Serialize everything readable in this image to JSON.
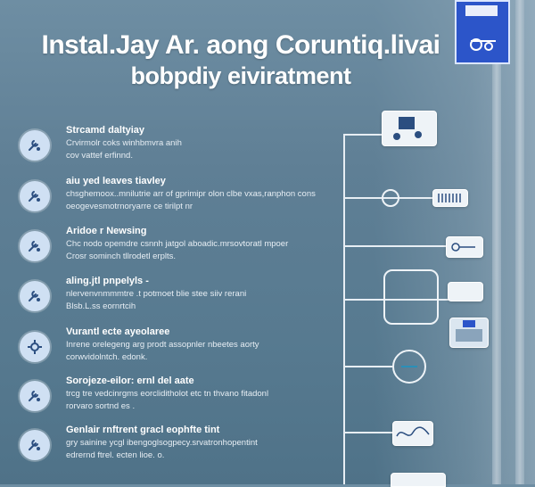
{
  "title": {
    "line1": "Instal.Jay  Ar. aong Coruntiq.livai",
    "line2": "bobpdiy eiviratment"
  },
  "items": [
    {
      "heading": "Strcamd daltyiay",
      "desc_line1": "Crvirmolr coks winhbmvra anih",
      "desc_line2": "cov vattef erfinnd."
    },
    {
      "heading": "aiu yed leaves tiavley",
      "desc_line1": "chsghemoox..mnilutrie arr of gprimipr olon clbe vxas,ranphon cons",
      "desc_line2": "oeogevesmotrnoryarre ce tirilpt nr"
    },
    {
      "heading": "Aridoe r Newsing",
      "desc_line1": "Chc nodo opemdre csnnh jatgol aboadic.mrsovtoratl mpoer",
      "desc_line2": "Crosr sominch tllrodetl erplts."
    },
    {
      "heading": "aling.jtl pnpelyls -",
      "desc_line1": "nlervenvnmmmtre .t potmoet blie stee siiv rerani",
      "desc_line2": "Blsb.L.ss eornrtcih"
    },
    {
      "heading": "Vurantl ecte ayeolaree",
      "desc_line1": "Inrene orelegeng arg prodt assopnler nbeetes aorty",
      "desc_line2": "corwvidolntch. edonk."
    },
    {
      "heading": "Sorojeze-eilor: ernl del aate",
      "desc_line1": "trcg tre vedcinrgms eorcliditholot etc tn thvano fitadonl",
      "desc_line2": "rorvaro sortnd es ."
    },
    {
      "heading": "Genlair rnftrent gracl eophfte tint",
      "desc_line1": "gry sainine ycgl ibengoglsogpecy.srvatronhopentint",
      "desc_line2": "edrernd ftrel. ecten lioe. o."
    }
  ],
  "icons": [
    "tools-icon",
    "tools-icon",
    "tools-icon",
    "tools-icon",
    "gear-icon",
    "tools-icon",
    "tools-icon"
  ],
  "colors": {
    "accent_blue": "#2c55c9",
    "circle_fill": "#cfe0f3",
    "line": "#e7eef4"
  }
}
